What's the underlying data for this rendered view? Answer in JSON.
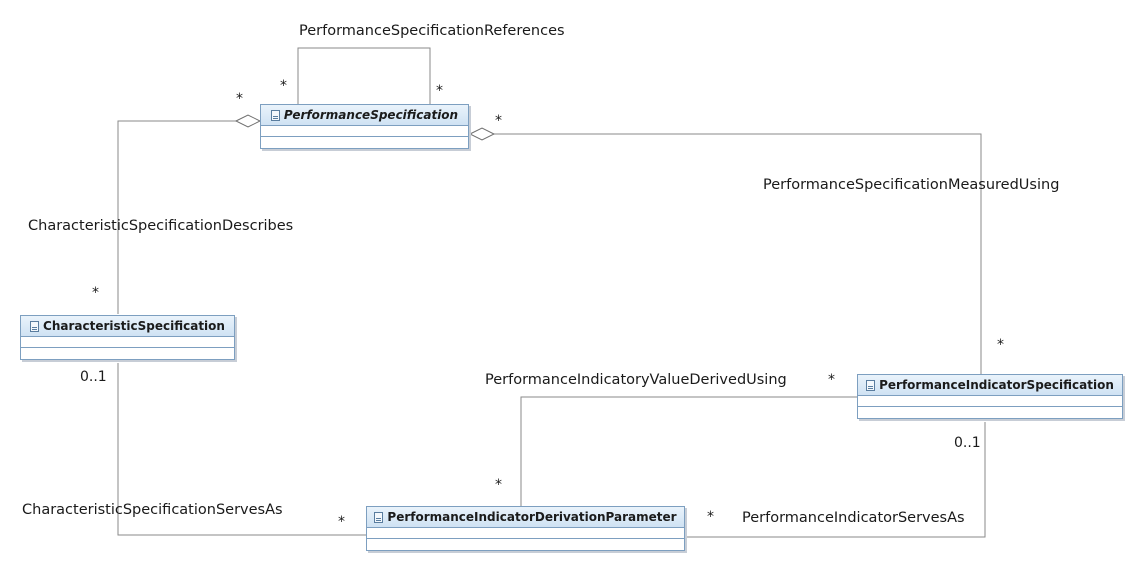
{
  "classes": {
    "performance_specification": {
      "name": "PerformanceSpecification",
      "abstract": true
    },
    "characteristic_specification": {
      "name": "CharacteristicSpecification",
      "abstract": false
    },
    "performance_indicator_specification": {
      "name": "PerformanceIndicatorSpecification",
      "abstract": false
    },
    "performance_indicator_derivation_parameter": {
      "name": "PerformanceIndicatorDerivationParameter",
      "abstract": false
    }
  },
  "associations": {
    "references": {
      "name": "PerformanceSpecificationReferences",
      "source_multiplicity": "*",
      "target_multiplicity": "*"
    },
    "characteristic_describes": {
      "name": "CharacteristicSpecificationDescribes",
      "source_multiplicity": "*",
      "target_multiplicity": "*"
    },
    "measured_using": {
      "name": "PerformanceSpecificationMeasuredUsing",
      "source_multiplicity": "*",
      "target_multiplicity": "*"
    },
    "value_derived_using": {
      "name": "PerformanceIndicatoryValueDerivedUsing",
      "source_multiplicity": "*",
      "target_multiplicity": "*"
    },
    "characteristic_serves_as": {
      "name": "CharacteristicSpecificationServesAs",
      "source_multiplicity": "0..1",
      "target_multiplicity": "*"
    },
    "indicator_serves_as": {
      "name": "PerformanceIndicatorServesAs",
      "source_multiplicity": "0..1",
      "target_multiplicity": "*"
    }
  },
  "colors": {
    "class_border": "#7d9fc0",
    "class_header_top": "#eaf3fb",
    "class_header_bottom": "#cfe2f3",
    "connector_line": "#8a8a8a"
  }
}
